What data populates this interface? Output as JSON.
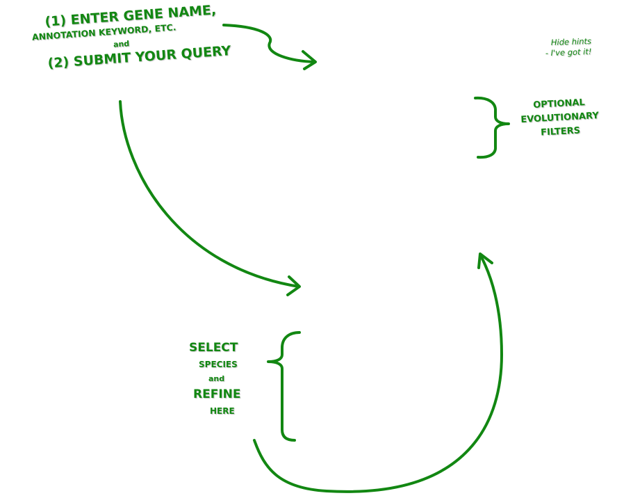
{
  "hints": {
    "enter_line1": "(1) ENTER GENE NAME,",
    "enter_line2": "ANNOTATION KEYWORD, ETC.",
    "enter_and": "and",
    "submit_line": "(2) SUBMIT YOUR QUERY",
    "filters_line1": "OPTIONAL",
    "filters_line2": "EVOLUTIONARY",
    "filters_line3": "FILTERS",
    "select_line1": "SELECT",
    "select_line2": "SPECIES",
    "select_and": "and",
    "select_line3": "REFINE",
    "select_line4": "HERE"
  },
  "hide_hints": {
    "line1": "Hide hints",
    "line2": "- I've got it!"
  },
  "colors": {
    "hint_green": "#128712",
    "background": "#ffffff"
  },
  "icons": [
    "curved-arrow-icon",
    "brace-icon"
  ]
}
